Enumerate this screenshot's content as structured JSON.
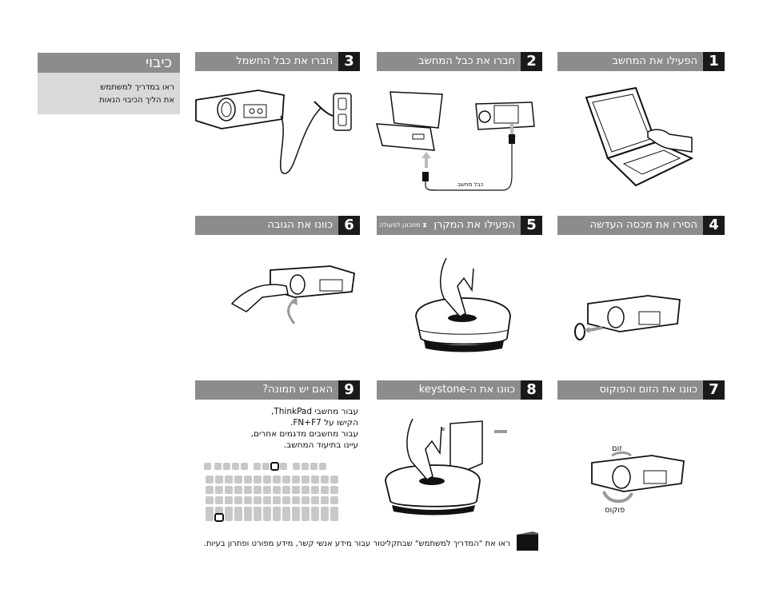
{
  "sidebar": {
    "title": "כיבוי",
    "text": [
      "ראו במדריך למשתמש",
      "את הליך הכיבוי הנאות"
    ]
  },
  "steps": [
    {
      "num": "1",
      "title": "הפעילו את המחשב"
    },
    {
      "num": "2",
      "title": "חברו את כבל המחשב",
      "cable_label": "כבל מחשב"
    },
    {
      "num": "3",
      "title": "חברו את כבל החשמל"
    },
    {
      "num": "4",
      "title": "הסירו את מכסה העדשה"
    },
    {
      "num": "5",
      "title": "הפעילו את המקרן",
      "sub": "מתכונן לפעולה"
    },
    {
      "num": "6",
      "title": "כוונו את הגובה"
    },
    {
      "num": "7",
      "title": "כוונו את הזום והפוקוס",
      "zoom_label": "זום",
      "focus_label": "פוקוס"
    },
    {
      "num": "8",
      "title": "כוונו את ה-keystone"
    },
    {
      "num": "9",
      "title": "האם יש תמונה?",
      "text": [
        "עבור מחשבי ThinkPad,",
        "הקישו על  FN+F7.",
        "עבור מחשבים מדגמים אחרים,",
        "עיינו בתיעוד המחשב."
      ]
    }
  ],
  "footer": "ראו את \"המדריך למשתמש\" שבתקליטור עבור מידע אנשי קשר, מידע מפורט ופתרון בעיות."
}
